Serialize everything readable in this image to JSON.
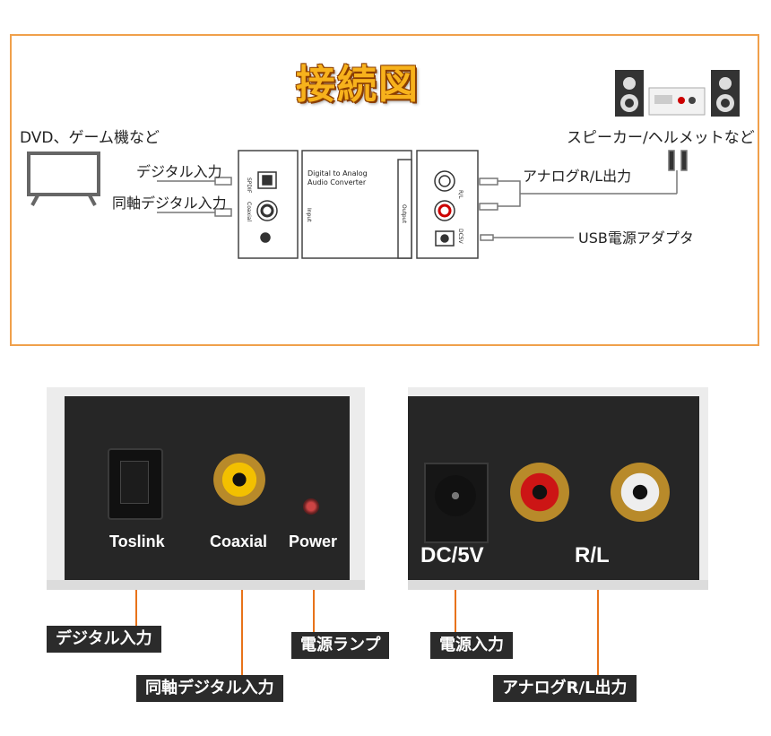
{
  "diagram": {
    "title": "接続図",
    "source_label": "DVD、ゲーム機など",
    "digital_in_label": "デジタル入力",
    "coax_in_label": "同軸デジタル入力",
    "speaker_label": "スピーカー/ヘルメットなど",
    "analog_out_label": "アナログR/L出力",
    "usb_label": "USB電源アダプタ",
    "converter_line1": "Digital to Analog",
    "converter_line2": "Audio Converter",
    "spdif_text": "SPDIF",
    "coaxial_text": "Coaxial",
    "input_text": "Input",
    "output_text": "Output",
    "rl_text": "R/L",
    "dc5v_text": "DC5V"
  },
  "photos": {
    "front": {
      "toslink": "Toslink",
      "coaxial": "Coaxial",
      "power": "Power"
    },
    "back": {
      "dc": "DC/5V",
      "rl": "R/L"
    }
  },
  "callouts": {
    "digital_in": "デジタル入力",
    "coax_in": "同軸デジタル入力",
    "power_lamp": "電源ランプ",
    "power_in": "電源入力",
    "analog_out": "アナログR/L出力"
  },
  "colors": {
    "accent": "#f0a04b",
    "callout_line": "#e8731a",
    "tag_bg": "#2b2b2b"
  }
}
